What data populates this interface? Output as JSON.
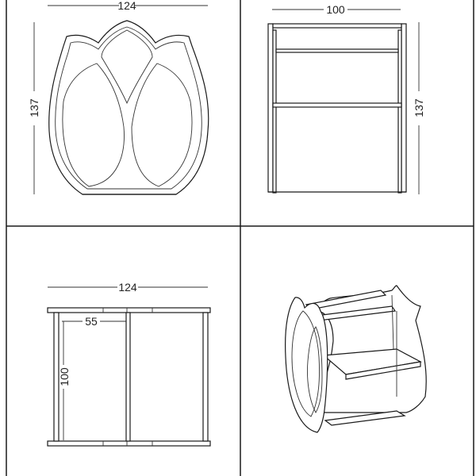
{
  "views": {
    "front": {
      "width_label": "124",
      "height_label": "137"
    },
    "side": {
      "width_label": "100",
      "height_label": "137"
    },
    "top": {
      "width_label": "124",
      "inner_label": "55",
      "depth_label": "100"
    },
    "iso": {}
  },
  "colors": {
    "line": "#1a1a1a",
    "background": "#ffffff"
  }
}
